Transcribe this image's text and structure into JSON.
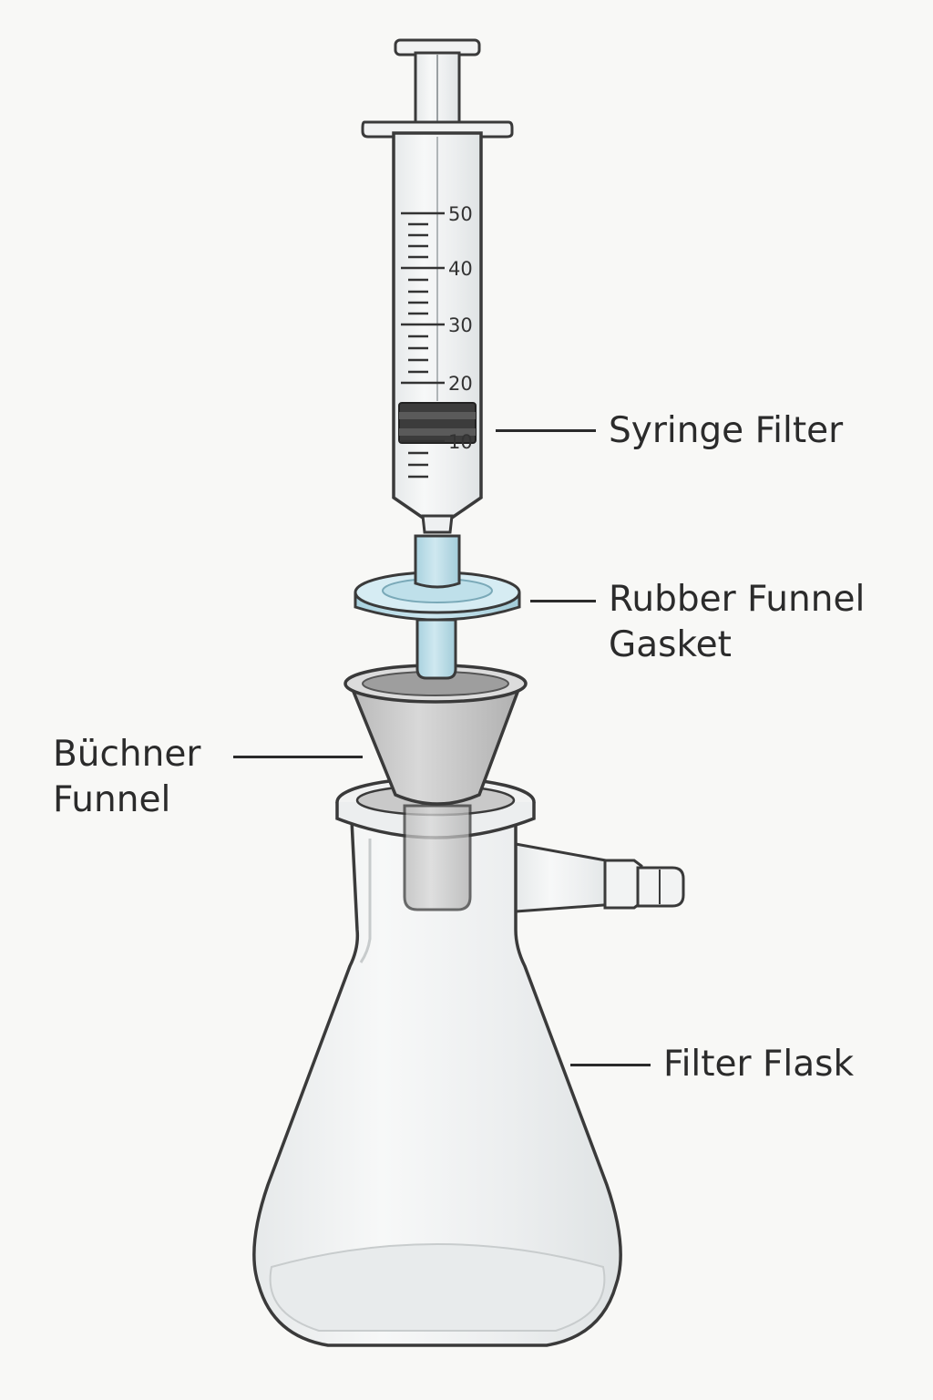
{
  "labels": {
    "syringe_filter": "Syringe Filter",
    "gasket_line1": "Rubber Funnel",
    "gasket_line2": "Gasket",
    "buchner_line1": "Büchner",
    "buchner_line2": "Funnel",
    "filter_flask": "Filter Flask"
  },
  "syringe_scale": [
    "50",
    "40",
    "30",
    "20",
    "10"
  ],
  "colors": {
    "outline": "#3a3a3a",
    "glass": "#eef0f1",
    "filter_blue": "#bfe0ea",
    "funnel_gray": "#c9c9c9",
    "plunger_black": "#3c3c3c",
    "background": "#f8f8f6"
  }
}
